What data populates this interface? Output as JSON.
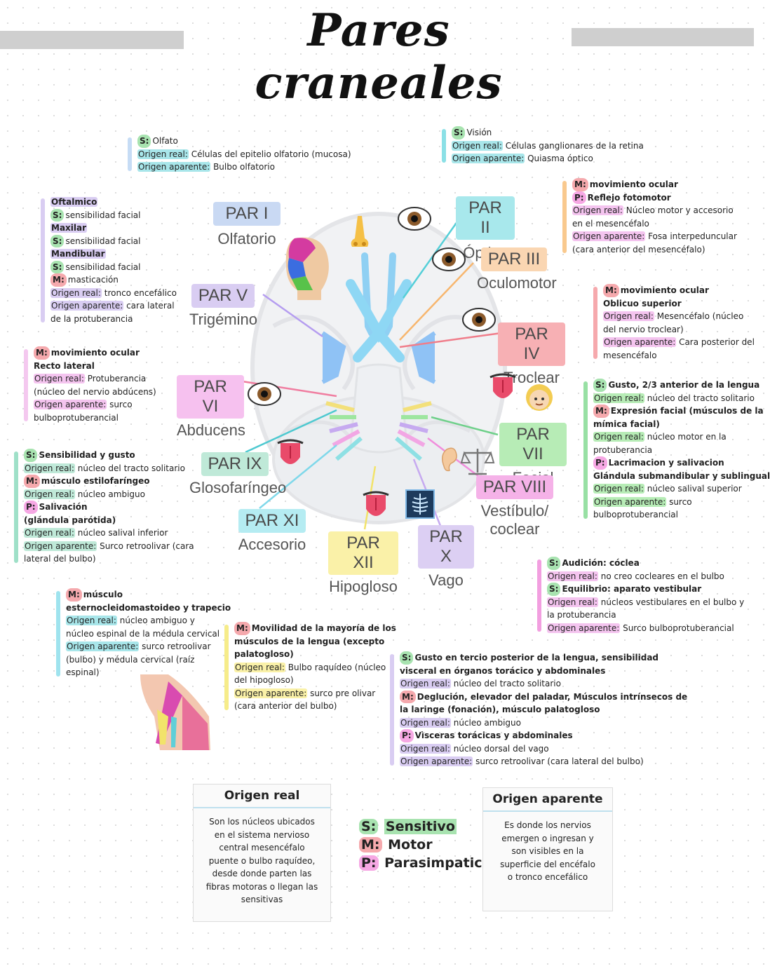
{
  "title": "Pares craneales",
  "pairs": [
    {
      "label": "PAR I",
      "name": "Olfatorio",
      "color": "#c9d9f3"
    },
    {
      "label": "PAR II",
      "name": "Óptico",
      "color": "#a8e8ec"
    },
    {
      "label": "PAR III",
      "name": "Oculomotor",
      "color": "#fad6b2"
    },
    {
      "label": "PAR IV",
      "name": "Troclear",
      "color": "#f7b0b4"
    },
    {
      "label": "PAR V",
      "name": "Trigémino",
      "color": "#d9cdf2"
    },
    {
      "label": "PAR VI",
      "name": "Abducens",
      "color": "#f6c1ef"
    },
    {
      "label": "PAR VII",
      "name": "Facial",
      "color": "#b7ecb6"
    },
    {
      "label": "PAR VIII",
      "name": "Vestíbulo/ coclear",
      "color": "#f5b2e8"
    },
    {
      "label": "PAR IX",
      "name": "Glosofaríngeo",
      "color": "#bfe9d8"
    },
    {
      "label": "PAR X",
      "name": "Vago",
      "color": "#dccff3"
    },
    {
      "label": "PAR XI",
      "name": "Accesorio",
      "color": "#b5ecf2"
    },
    {
      "label": "PAR XII",
      "name": "Hipogloso",
      "color": "#faf1a8"
    }
  ],
  "notes": {
    "olfato": {
      "s": "S:",
      "s_text": "Olfato",
      "real_label": "Origen real:",
      "real": "Células del epitelio olfatorio (mucosa)",
      "ap_label": "Origen aparente:",
      "ap": "Bulbo olfatorio"
    },
    "vision": {
      "s": "S:",
      "s_text": "Visión",
      "real_label": "Origen real:",
      "real": "Células ganglionares de la retina",
      "ap_label": "Origen aparente:",
      "ap": "Quiasma óptico"
    },
    "oculomotor": {
      "m": "M:",
      "m_text": "movimiento ocular",
      "p": "P:",
      "p_text": "Reflejo fotomotor",
      "real_label": "Origen real:",
      "real": "Núcleo motor y accesorio",
      "real2": "en el mesencéfalo",
      "ap_label": "Origen aparente:",
      "ap": "Fosa interpeduncular",
      "ap2": "(cara anterior del mesencéfalo)"
    },
    "troclear": {
      "m": "M:",
      "m_text": "movimiento ocular",
      "muscle": "Oblicuo superior",
      "real_label": "Origen real:",
      "real": "Mesencéfalo (núcleo",
      "real2": "del nervio troclear)",
      "ap_label": "Origen aparente:",
      "ap": "Cara posterior del",
      "ap2": "mesencéfalo"
    },
    "trigemino": {
      "b1": "Oftalmico",
      "s1": "S:",
      "t1": "sensibilidad facial",
      "b2": "Maxilar",
      "s2": "S:",
      "t2": "sensibilidad facial",
      "b3": "Mandibular",
      "s3": "S:",
      "t3": "sensibilidad facial",
      "m": "M:",
      "m_text": "masticación",
      "real_label": "Origen real:",
      "real": "tronco encefálico",
      "ap_label": "Origen aparente:",
      "ap": "cara lateral",
      "ap2": "de la protuberancia"
    },
    "abducens": {
      "m": "M:",
      "m_text": "movimiento ocular",
      "muscle": "Recto lateral",
      "real_label": "Origen real:",
      "real": "Protuberancia",
      "real2": "(núcleo del nervio abdúcens)",
      "ap_label": "Origen aparente:",
      "ap": "surco",
      "ap2": "bulboprotuberancial"
    },
    "facial": {
      "s": "S:",
      "s_text": "Gusto, 2/3 anterior de la lengua",
      "real_label": "Origen real:",
      "real": "núcleo del tracto solitario",
      "m": "M:",
      "m_text": "Expresión facial (músculos de la",
      "m_text2": "mímica facial)",
      "real2_label": "Origen real:",
      "real2": "núcleo motor en la",
      "real2b": "protuberancia",
      "p": "P:",
      "p_text": "Lacrimacion y salivacion",
      "p_text2": "Glándula submandibular y sublingual",
      "real3_label": "Origen real:",
      "real3": "núcleo salival superior",
      "ap_label": "Origen aparente:",
      "ap": "surco",
      "ap2": "bulboprotuberancial"
    },
    "glosofaringeo": {
      "s": "S:",
      "s_text": "Sensibilidad y gusto",
      "real_label": "Origen real:",
      "real": "núcleo del tracto solitario",
      "m": "M:",
      "m_text": "músculo estilofaríngeo",
      "real2_label": "Origen real:",
      "real2": "núcleo ambiguo",
      "p": "P:",
      "p_text": "Salivación",
      "p_text2": "(glándula parótida)",
      "real3_label": "Origen real:",
      "real3": "núcleo salival inferior",
      "ap_label": "Origen aparente:",
      "ap": "Surco retroolivar (cara",
      "ap2": "lateral del bulbo)"
    },
    "vestibulo": {
      "s": "S:",
      "s_text": "Audición: cóclea",
      "real_label": "Origen real:",
      "real": "no creo cocleares en el bulbo",
      "s2": "S:",
      "s2_text": "Equilibrio: aparato vestibular",
      "real2_label": "Origen real:",
      "real2": "núcleos vestibulares en el bulbo y",
      "real2b": "la protuberancia",
      "ap_label": "Origen aparente:",
      "ap": "Surco bulboprotuberancial"
    },
    "accesorio": {
      "m": "M:",
      "m_text": "músculo",
      "m_text2": "esternocleidomastoideo y trapecio",
      "real_label": "Origen real:",
      "real": "núcleo ambiguo y",
      "real2": "núcleo espinal de la médula cervical",
      "ap_label": "Origen aparente:",
      "ap": "surco retroolivar",
      "ap2": "(bulbo) y médula cervical (raíz",
      "ap3": "espinal)"
    },
    "hipogloso": {
      "m": "M:",
      "m_text": "Movilidad de la mayoría de los",
      "m_text2": "músculos de la lengua (excepto",
      "m_text3": "palatogloso)",
      "real_label": "Origen real:",
      "real": "Bulbo raquídeo (núcleo",
      "real2": "del hipogloso)",
      "ap_label": "Origen aparente:",
      "ap": "surco pre olivar",
      "ap2": "(cara anterior del bulbo)"
    },
    "vago": {
      "s": "S:",
      "s_text": "Gusto en tercio posterior de la lengua, sensibilidad",
      "s_text2": "visceral en órganos torácico y abdominales",
      "real_label": "Origen real:",
      "real": "núcleo del tracto solitario",
      "m": "M:",
      "m_text": "Deglución, elevador del paladar, Músculos intrínsecos de",
      "m_text2": "la laringe (fonación), músculo palatogloso",
      "real2_label": "Origen real:",
      "real2": "núcleo ambiguo",
      "p": "P:",
      "p_text": "Vìsceras torácicas y abdominales",
      "real3_label": "Origen real:",
      "real3": "núcleo dorsal del vago",
      "ap_label": "Origen aparente:",
      "ap": "surco retroolivar (cara lateral del bulbo)"
    }
  },
  "boxes": {
    "real": {
      "title": "Origen real",
      "lines": [
        "Son los núcleos ubicados",
        "en el sistema nervioso",
        "central mesencéfalo",
        "puente o bulbo raquídeo,",
        "desde donde parten las",
        "fibras motoras o llegan las",
        "sensitivas"
      ]
    },
    "aparente": {
      "title": "Origen aparente",
      "lines": [
        "Es donde los nervios",
        "emergen o ingresan y",
        "son visibles en la",
        "superficie del encéfalo",
        "o tronco encefálico"
      ]
    }
  },
  "legend": [
    {
      "key": "S:",
      "label": "Sensitivo",
      "color": "#a8e3b0"
    },
    {
      "key": "M:",
      "label": "Motor",
      "color": "#f5a9ad"
    },
    {
      "key": "P:",
      "label": "Parasimpatico",
      "color": "#f6a8e4"
    }
  ],
  "icons": [
    "nose-icon",
    "eye-icon",
    "tongue-icon",
    "ear-icon",
    "scale-icon",
    "face-icon",
    "xray-icon",
    "head-icon",
    "neck-icon"
  ]
}
